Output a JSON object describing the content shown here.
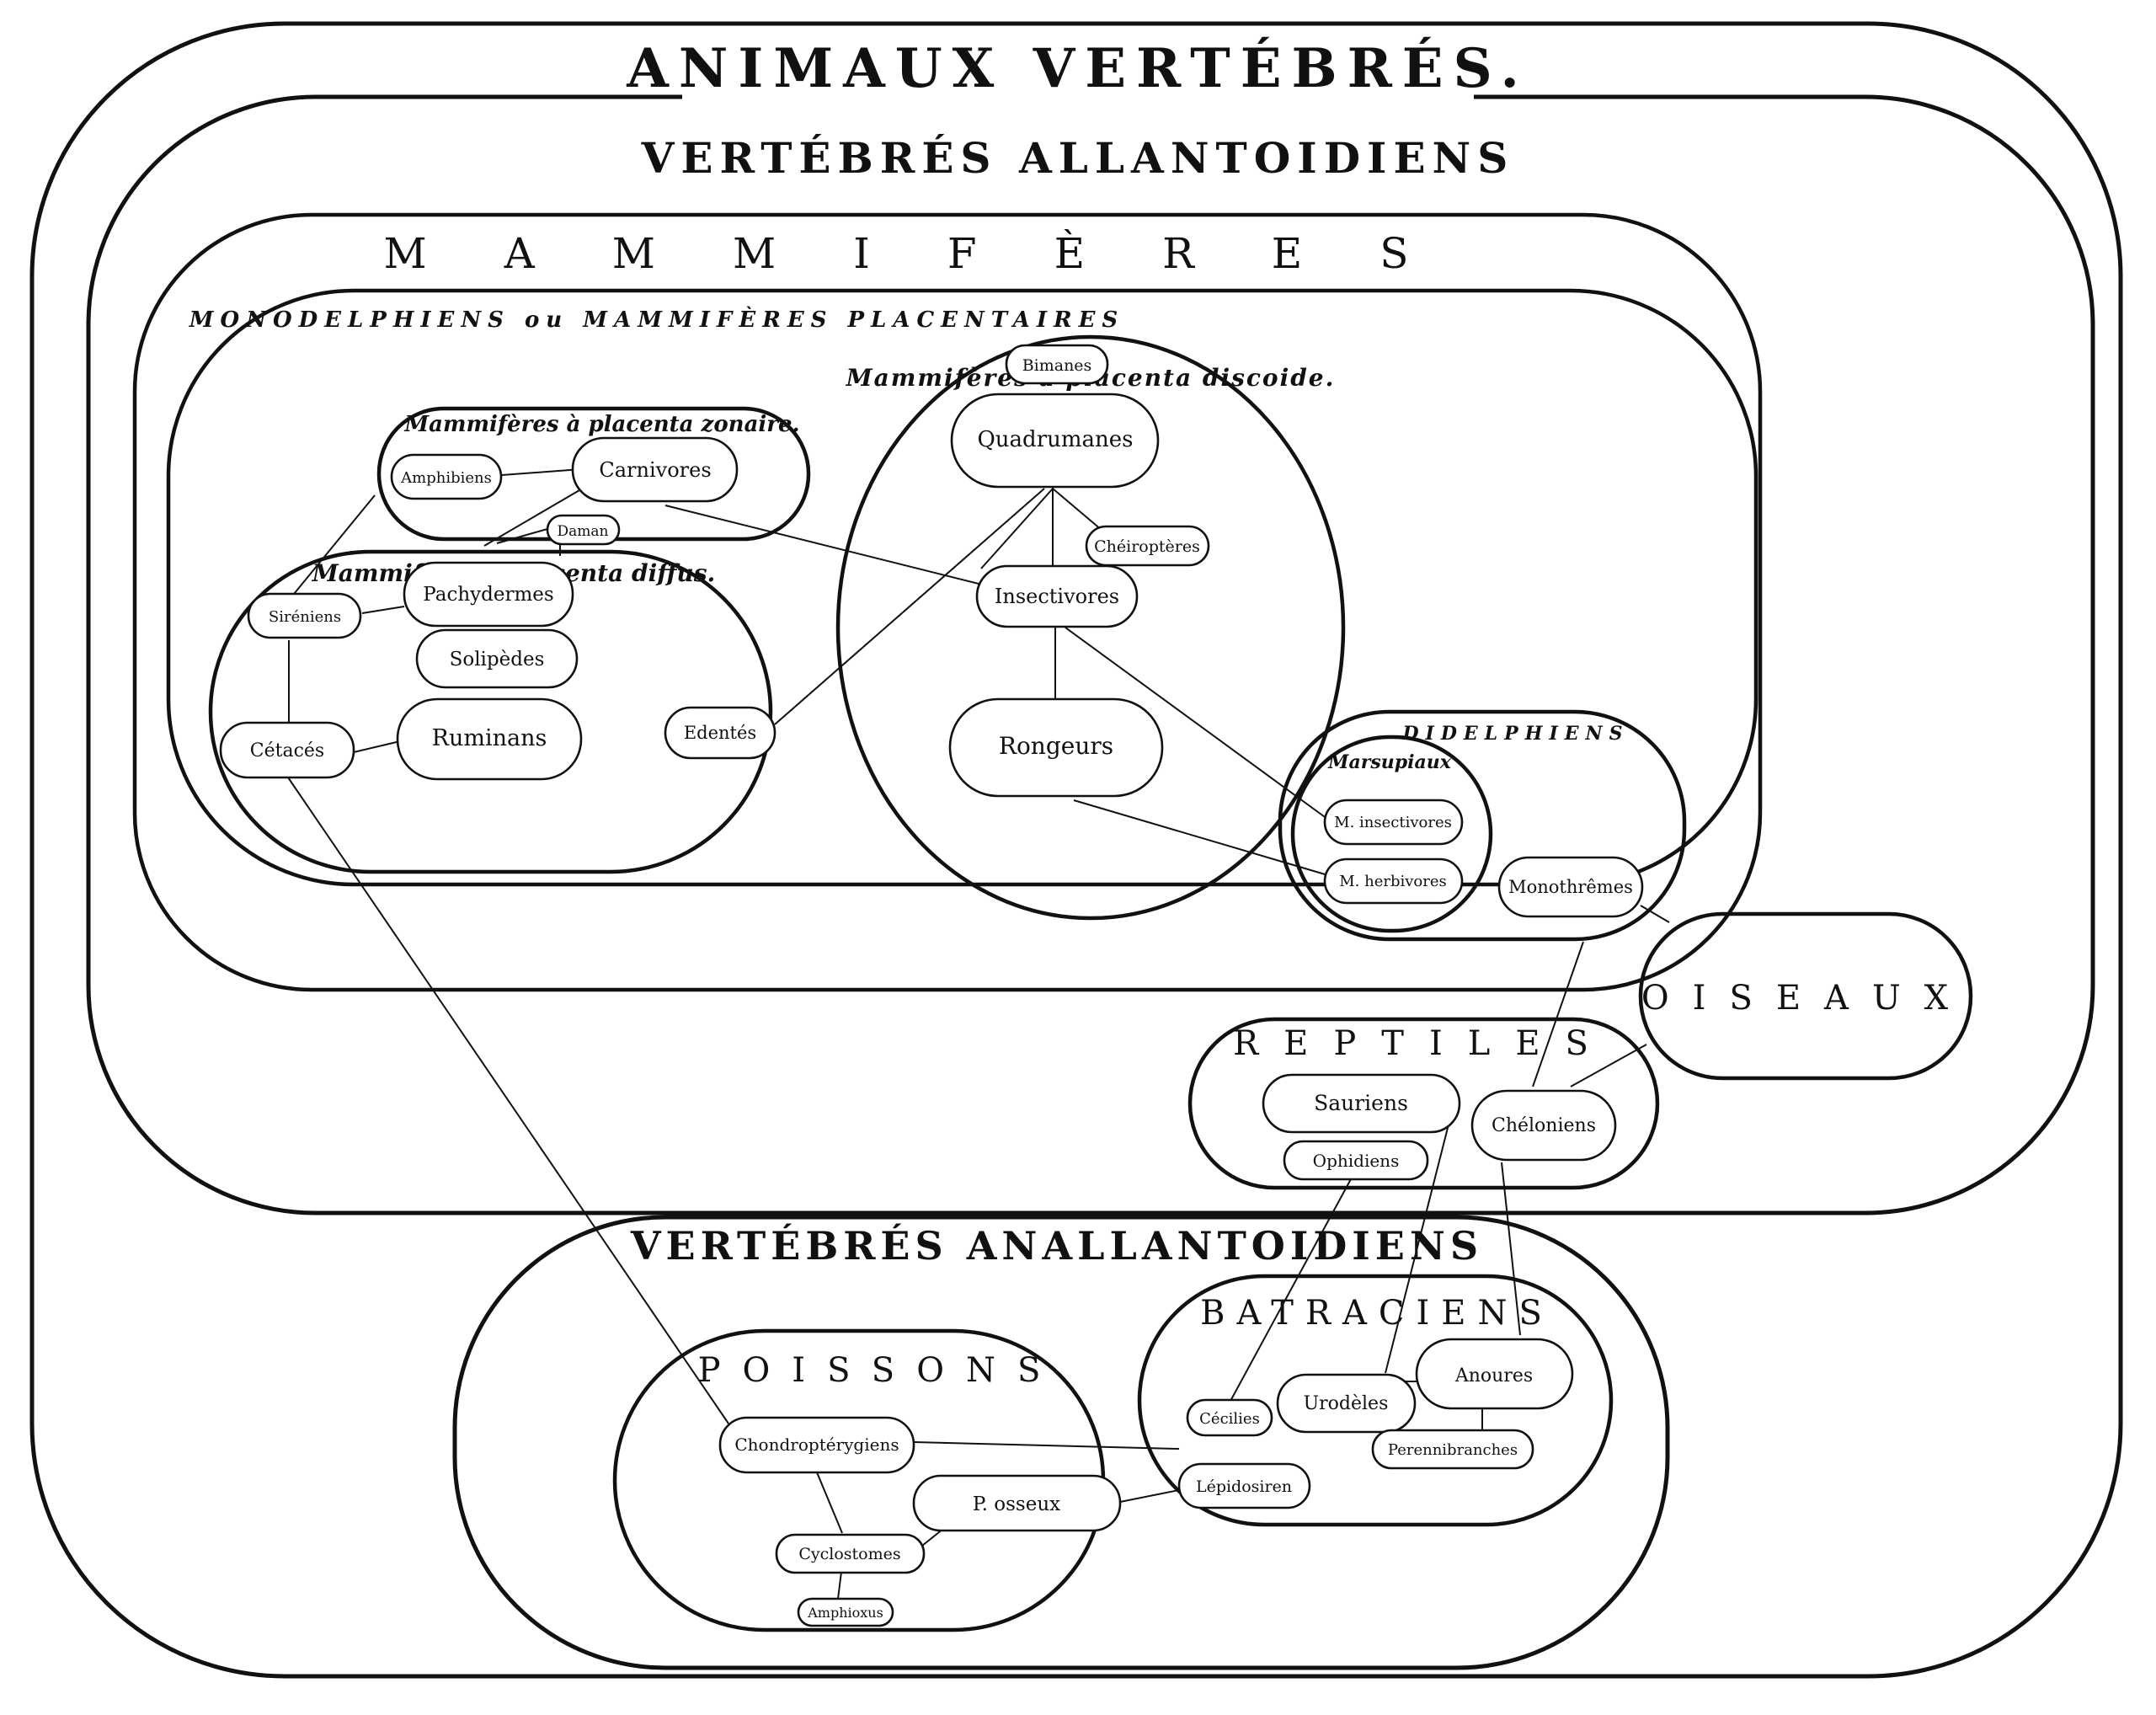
{
  "title": "ANIMAUX VERTÉBRÉS.",
  "groups": {
    "allantoidiens": "VERTÉBRÉS ALLANTOIDIENS",
    "mammiferes": "MAMMIFÈRES",
    "monodelphiens": "MONODELPHIENS ou MAMMIFÈRES PLACENTAIRES",
    "placenta_zonaire": "Mammifères à placenta zonaire.",
    "placenta_discoide": "Mammifères à placenta discoide.",
    "placenta_diffus": "Mammifères à placenta diffus.",
    "didelphiens": "DIDELPHIENS",
    "marsupiaux": "Marsupiaux",
    "oiseaux": "OISEAUX",
    "reptiles": "REPTILES",
    "anallantoidiens": "VERTÉBRÉS ANALLANTOIDIENS",
    "batraciens": "BATRACIENS",
    "poissons": "POISSONS"
  },
  "nodes": {
    "amphibiens": "Amphibiens",
    "carnivores": "Carnivores",
    "daman": "Daman",
    "bimanes": "Bimanes",
    "quadrumanes": "Quadrumanes",
    "cheiropteres": "Chéiroptères",
    "insectivores": "Insectivores",
    "rongeurs": "Rongeurs",
    "sireniens": "Siréniens",
    "pachydermes": "Pachydermes",
    "solipedes": "Solipèdes",
    "cetaces": "Cétacés",
    "ruminans": "Ruminans",
    "edentes": "Edentés",
    "m_insectivores": "M. insectivores",
    "m_herbivores": "M. herbivores",
    "monotremes": "Monothrêmes",
    "sauriens": "Sauriens",
    "ophidiens": "Ophidiens",
    "cheloniens": "Chéloniens",
    "cecilies": "Cécilies",
    "urodeles": "Urodèles",
    "anoures": "Anoures",
    "perennibranches": "Perennibranches",
    "lepidosiren": "Lépidosiren",
    "chondropterygiens": "Chondroptérygiens",
    "p_osseux": "P. osseux",
    "cyclostomes": "Cyclostomes",
    "amphioxus": "Amphioxus"
  }
}
